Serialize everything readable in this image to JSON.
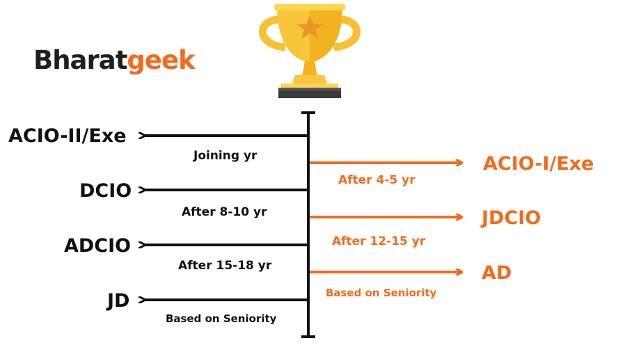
{
  "brand": {
    "name_dark": "Bharat",
    "name_accent": "geek",
    "accent_color": "#f26b1d",
    "dark_color": "#1f1f1f"
  },
  "icon": "trophy-icon",
  "left_ranks": [
    {
      "rank": "ACIO-II/Exe",
      "step": "Joining yr"
    },
    {
      "rank": "DCIO",
      "step": "After 8-10 yr"
    },
    {
      "rank": "ADCIO",
      "step": "After 15-18 yr"
    },
    {
      "rank": "JD",
      "step": "Based on Seniority"
    }
  ],
  "right_ranks": [
    {
      "rank": "ACIO-I/Exe",
      "step": "After 4-5 yr"
    },
    {
      "rank": "JDCIO",
      "step": "After 12-15 yr"
    },
    {
      "rank": "AD",
      "step": "Based on Seniority"
    }
  ]
}
